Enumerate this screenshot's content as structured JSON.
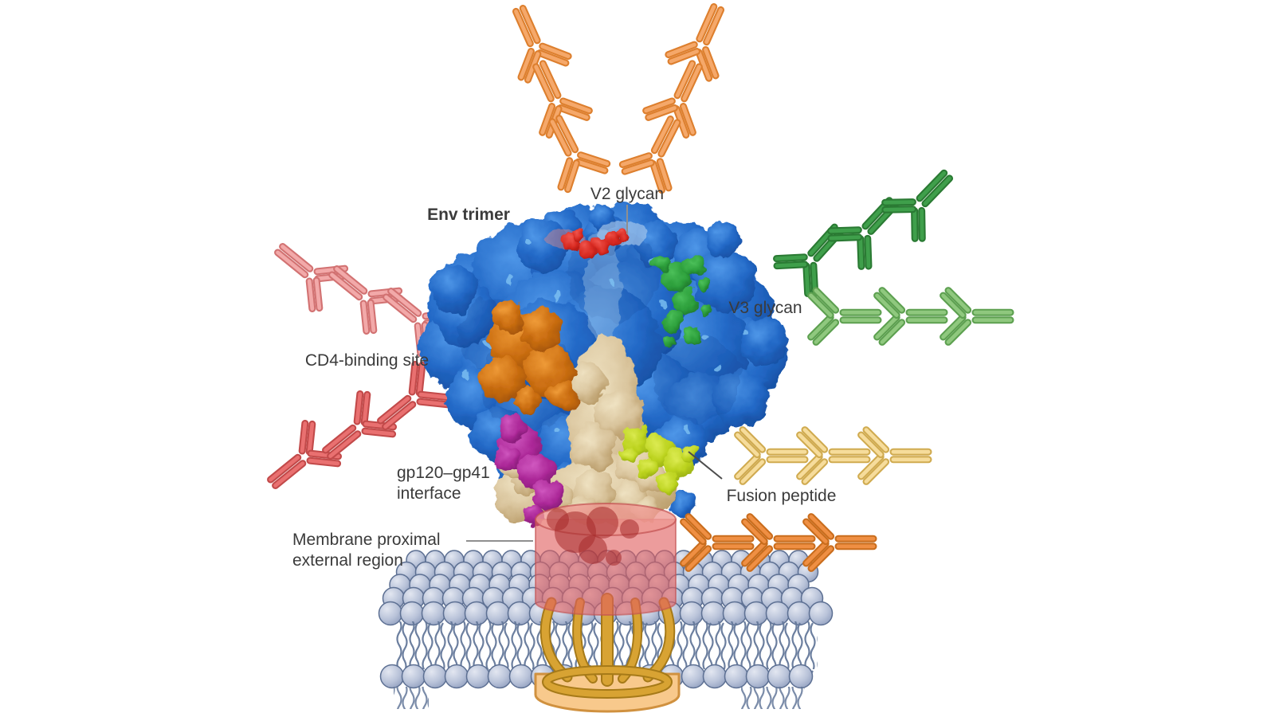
{
  "figure": {
    "background": "#ffffff",
    "subject": "Env trimer with antibody epitope sites"
  },
  "labels": {
    "env_trimer": "Env trimer",
    "v2_glycan": "V2 glycan",
    "v3_glycan": "V3 glycan",
    "cd4_binding_site": "CD4-binding site",
    "gp120_gp41_line1": "gp120–gp41",
    "gp120_gp41_line2": "interface",
    "fusion_peptide": "Fusion peptide",
    "mper_line1": "Membrane proximal",
    "mper_line2": "external region"
  },
  "palette": {
    "trimer_blue": "#2268c6",
    "trimer_blue_light": "#4f97e8",
    "trimer_blue_dark": "#154a9b",
    "gp41_tan": "#d9c49c",
    "cd4bs_patch_orange": "#cc6f12",
    "v3_patch_green": "#2da03c",
    "v2_patch_red": "#d92b22",
    "interface_patch_magenta": "#ac2898",
    "fusion_patch_yellow_green": "#bcd31f",
    "mper_cylinder_red": "#e06060",
    "membrane_head": "#b9c3d9",
    "membrane_head_stroke": "#5d7093",
    "membrane_tail": "#64789a",
    "anchor_gold": "#d8a333",
    "anchor_gold_dark": "#a67a18",
    "base_orange": "#f8c98c",
    "base_orange_stroke": "#d0913f",
    "label_color": "#3b3b3b",
    "connector_gray": "#8f8f8f",
    "connector_dark": "#4c4c4c"
  },
  "antibody_styles": {
    "orange_light": {
      "fill": "#f5a86a",
      "stroke": "#dd7f2e"
    },
    "orange": {
      "fill": "#ef8f43",
      "stroke": "#c96d1d"
    },
    "green_dark": {
      "fill": "#3f9f4b",
      "stroke": "#2a7a33"
    },
    "green_light": {
      "fill": "#8fc87e",
      "stroke": "#5da050"
    },
    "yellow_light": {
      "fill": "#f6dc9b",
      "stroke": "#d0ab50"
    },
    "pink_light": {
      "fill": "#f2a9a9",
      "stroke": "#d27272"
    },
    "red": {
      "fill": "#e97070",
      "stroke": "#c24a4a"
    }
  },
  "antibody_groups": [
    {
      "name": "v2-glycan-antibodies-left",
      "style": "orange_light",
      "count": 3
    },
    {
      "name": "v2-glycan-antibodies-right",
      "style": "orange_light",
      "count": 3
    },
    {
      "name": "v3-glycan-antibodies-dark",
      "style": "green_dark",
      "count": 3
    },
    {
      "name": "v3-glycan-antibodies-light",
      "style": "green_light",
      "count": 3
    },
    {
      "name": "fusion-peptide-antibodies",
      "style": "yellow_light",
      "count": 3
    },
    {
      "name": "mper-antibodies",
      "style": "orange",
      "count": 3
    },
    {
      "name": "cd4-binding-antibodies-light",
      "style": "pink_light",
      "count": 3
    },
    {
      "name": "cd4-binding-antibodies-dark",
      "style": "red",
      "count": 3
    }
  ]
}
